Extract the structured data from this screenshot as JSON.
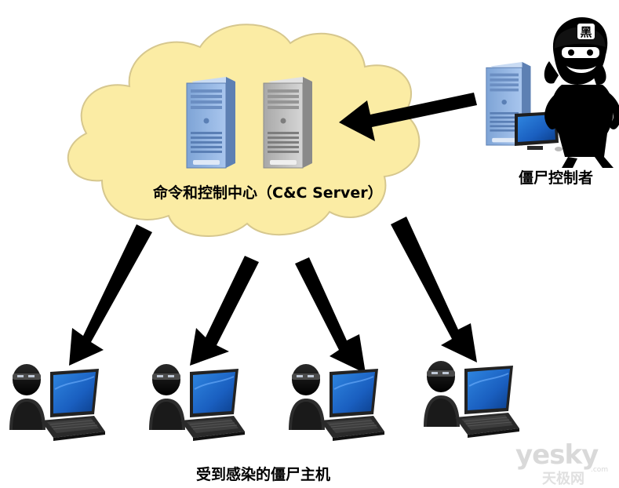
{
  "cloud_label": "命令和控制中心（C&C Server）",
  "controller_label": "僵尸控制者",
  "infected_label": "受到感染的僵尸主机",
  "hacker_hat_text": "黑",
  "watermark": {
    "brand": "yesky",
    "sub": "天极网",
    "domain": ".com"
  },
  "colors": {
    "cloud_fill": "#fbeca4",
    "cloud_stroke": "#d6c78e",
    "arrow": "#000000",
    "server_blue": "#8fb3e2",
    "server_gray": "#b8b8b8",
    "screen": "#1d66c8"
  }
}
